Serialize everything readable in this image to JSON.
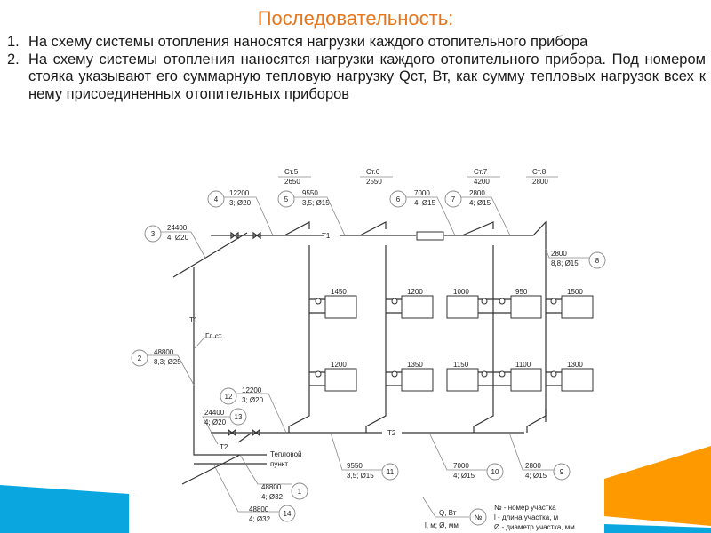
{
  "title": "Последовательность:",
  "items": [
    {
      "num": "1.",
      "text": "На схему системы отопления наносятся нагрузки каждого отопительного прибора"
    },
    {
      "num": "2.",
      "text": "На схему системы отопления наносятся нагрузки каждого отопительного прибора. Под номером стояка указывают его суммарную тепловую нагрузку Qст, Вт, как сумму тепловых нагрузок всех к нему присоединенных отопительных приборов"
    }
  ],
  "diagram": {
    "risers": [
      {
        "name": "Ст.5",
        "load": "2650"
      },
      {
        "name": "Ст.6",
        "load": "2550"
      },
      {
        "name": "Ст.7",
        "load": "4200"
      },
      {
        "name": "Ст.8",
        "load": "2800"
      }
    ],
    "sections": [
      {
        "num": "1",
        "q": "48800",
        "ld": "4; Ø32"
      },
      {
        "num": "2",
        "q": "48800",
        "ld": "8,3; Ø25"
      },
      {
        "num": "3",
        "q": "24400",
        "ld": "4; Ø20"
      },
      {
        "num": "4",
        "q": "12200",
        "ld": "3; Ø20"
      },
      {
        "num": "5",
        "q": "9550",
        "ld": "3,5; Ø15"
      },
      {
        "num": "6",
        "q": "7000",
        "ld": "4; Ø15"
      },
      {
        "num": "7",
        "q": "2800",
        "ld": "4; Ø15"
      },
      {
        "num": "8",
        "q": "2800",
        "ld": "8,8; Ø15"
      },
      {
        "num": "9",
        "q": "2800",
        "ld": "4; Ø15"
      },
      {
        "num": "10",
        "q": "7000",
        "ld": "4; Ø15"
      },
      {
        "num": "11",
        "q": "9550",
        "ld": "3,5; Ø15"
      },
      {
        "num": "12",
        "q": "12200",
        "ld": "3; Ø20"
      },
      {
        "num": "13",
        "q": "24400",
        "ld": "4; Ø20"
      },
      {
        "num": "14",
        "q": "48800",
        "ld": "4; Ø32"
      }
    ],
    "radiators_top": [
      "1450",
      "1200",
      "1000",
      "950",
      "1500"
    ],
    "radiators_bottom": [
      "1200",
      "1350",
      "1150",
      "1100",
      "1300"
    ],
    "pipe_supply": "T1",
    "pipe_return": "T2",
    "main_riser": "Гл.ст.",
    "heat_point": [
      "Тепловой",
      "пункт"
    ],
    "legend": {
      "q": "Q, Вт",
      "ld": "l, м; Ø, мм",
      "num": "№",
      "lines": [
        "№ - номер участка",
        "l - длина участка, м",
        "Ø - диаметр участка, мм"
      ]
    }
  },
  "colors": {
    "title": "#e8751a",
    "blue": "#0aa6df",
    "orange": "#ff9900"
  }
}
